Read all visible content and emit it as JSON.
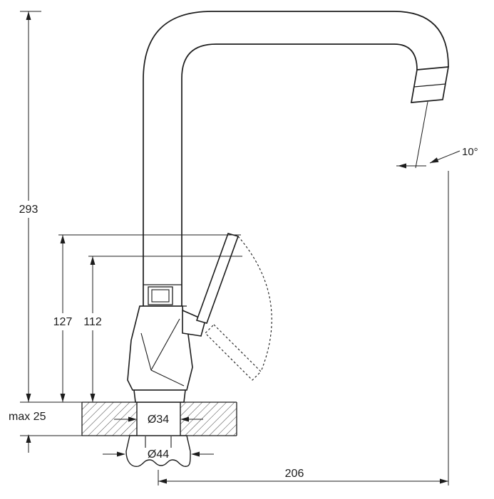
{
  "diagram": {
    "labels": {
      "total_height": "293",
      "handle_top_height": "127",
      "body_top_height": "112",
      "deck_thickness_max": "max 25",
      "shank_diameter": "Ø34",
      "nut_diameter": "Ø44",
      "spout_reach": "206",
      "outlet_angle": "10°"
    },
    "colors": {
      "line": "#1c1c1c",
      "background": "#ffffff",
      "hatch": "#444444"
    }
  }
}
